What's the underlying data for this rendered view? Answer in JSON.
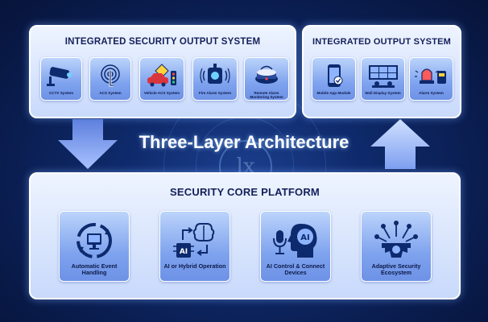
{
  "output_system": {
    "title": "INTEGRATED SECURITY OUTPUT SYSTEM",
    "items": [
      {
        "label": "CCTV System",
        "icon": "cctv-camera-icon"
      },
      {
        "label": "ACS System",
        "icon": "fingerprint-touch-icon"
      },
      {
        "label": "Vehicle ACS System",
        "icon": "vehicle-traffic-light-icon"
      },
      {
        "label": "Fire Alarm System",
        "icon": "fire-alarm-icon"
      },
      {
        "label": "Remote Alarm Monitoring System",
        "icon": "smoke-detector-icon"
      }
    ]
  },
  "integrated_output": {
    "title": "INTEGRATED OUTPUT SYSTEM",
    "items": [
      {
        "label": "Mobile App Module",
        "icon": "mobile-app-icon"
      },
      {
        "label": "Wall Display System",
        "icon": "wall-display-icon"
      },
      {
        "label": "Alarm System",
        "icon": "alarm-siren-icon"
      }
    ]
  },
  "heading": "Three-Layer Architecture",
  "core_platform": {
    "title": "SECURITY CORE PLATFORM",
    "items": [
      {
        "label": "Automatic Event Handling",
        "icon": "automatic-cycle-icon"
      },
      {
        "label": "AI or Hybrid Operation",
        "icon": "ai-brain-icon"
      },
      {
        "label": "AI Control & Connect Devices",
        "icon": "ai-voice-head-icon"
      },
      {
        "label": "Adaptive Security Ecosystem",
        "icon": "gear-network-icon"
      }
    ]
  },
  "colors": {
    "panel_title": "#14205a",
    "arrow": "#8aa7f2",
    "background": "#0a1d4f"
  }
}
